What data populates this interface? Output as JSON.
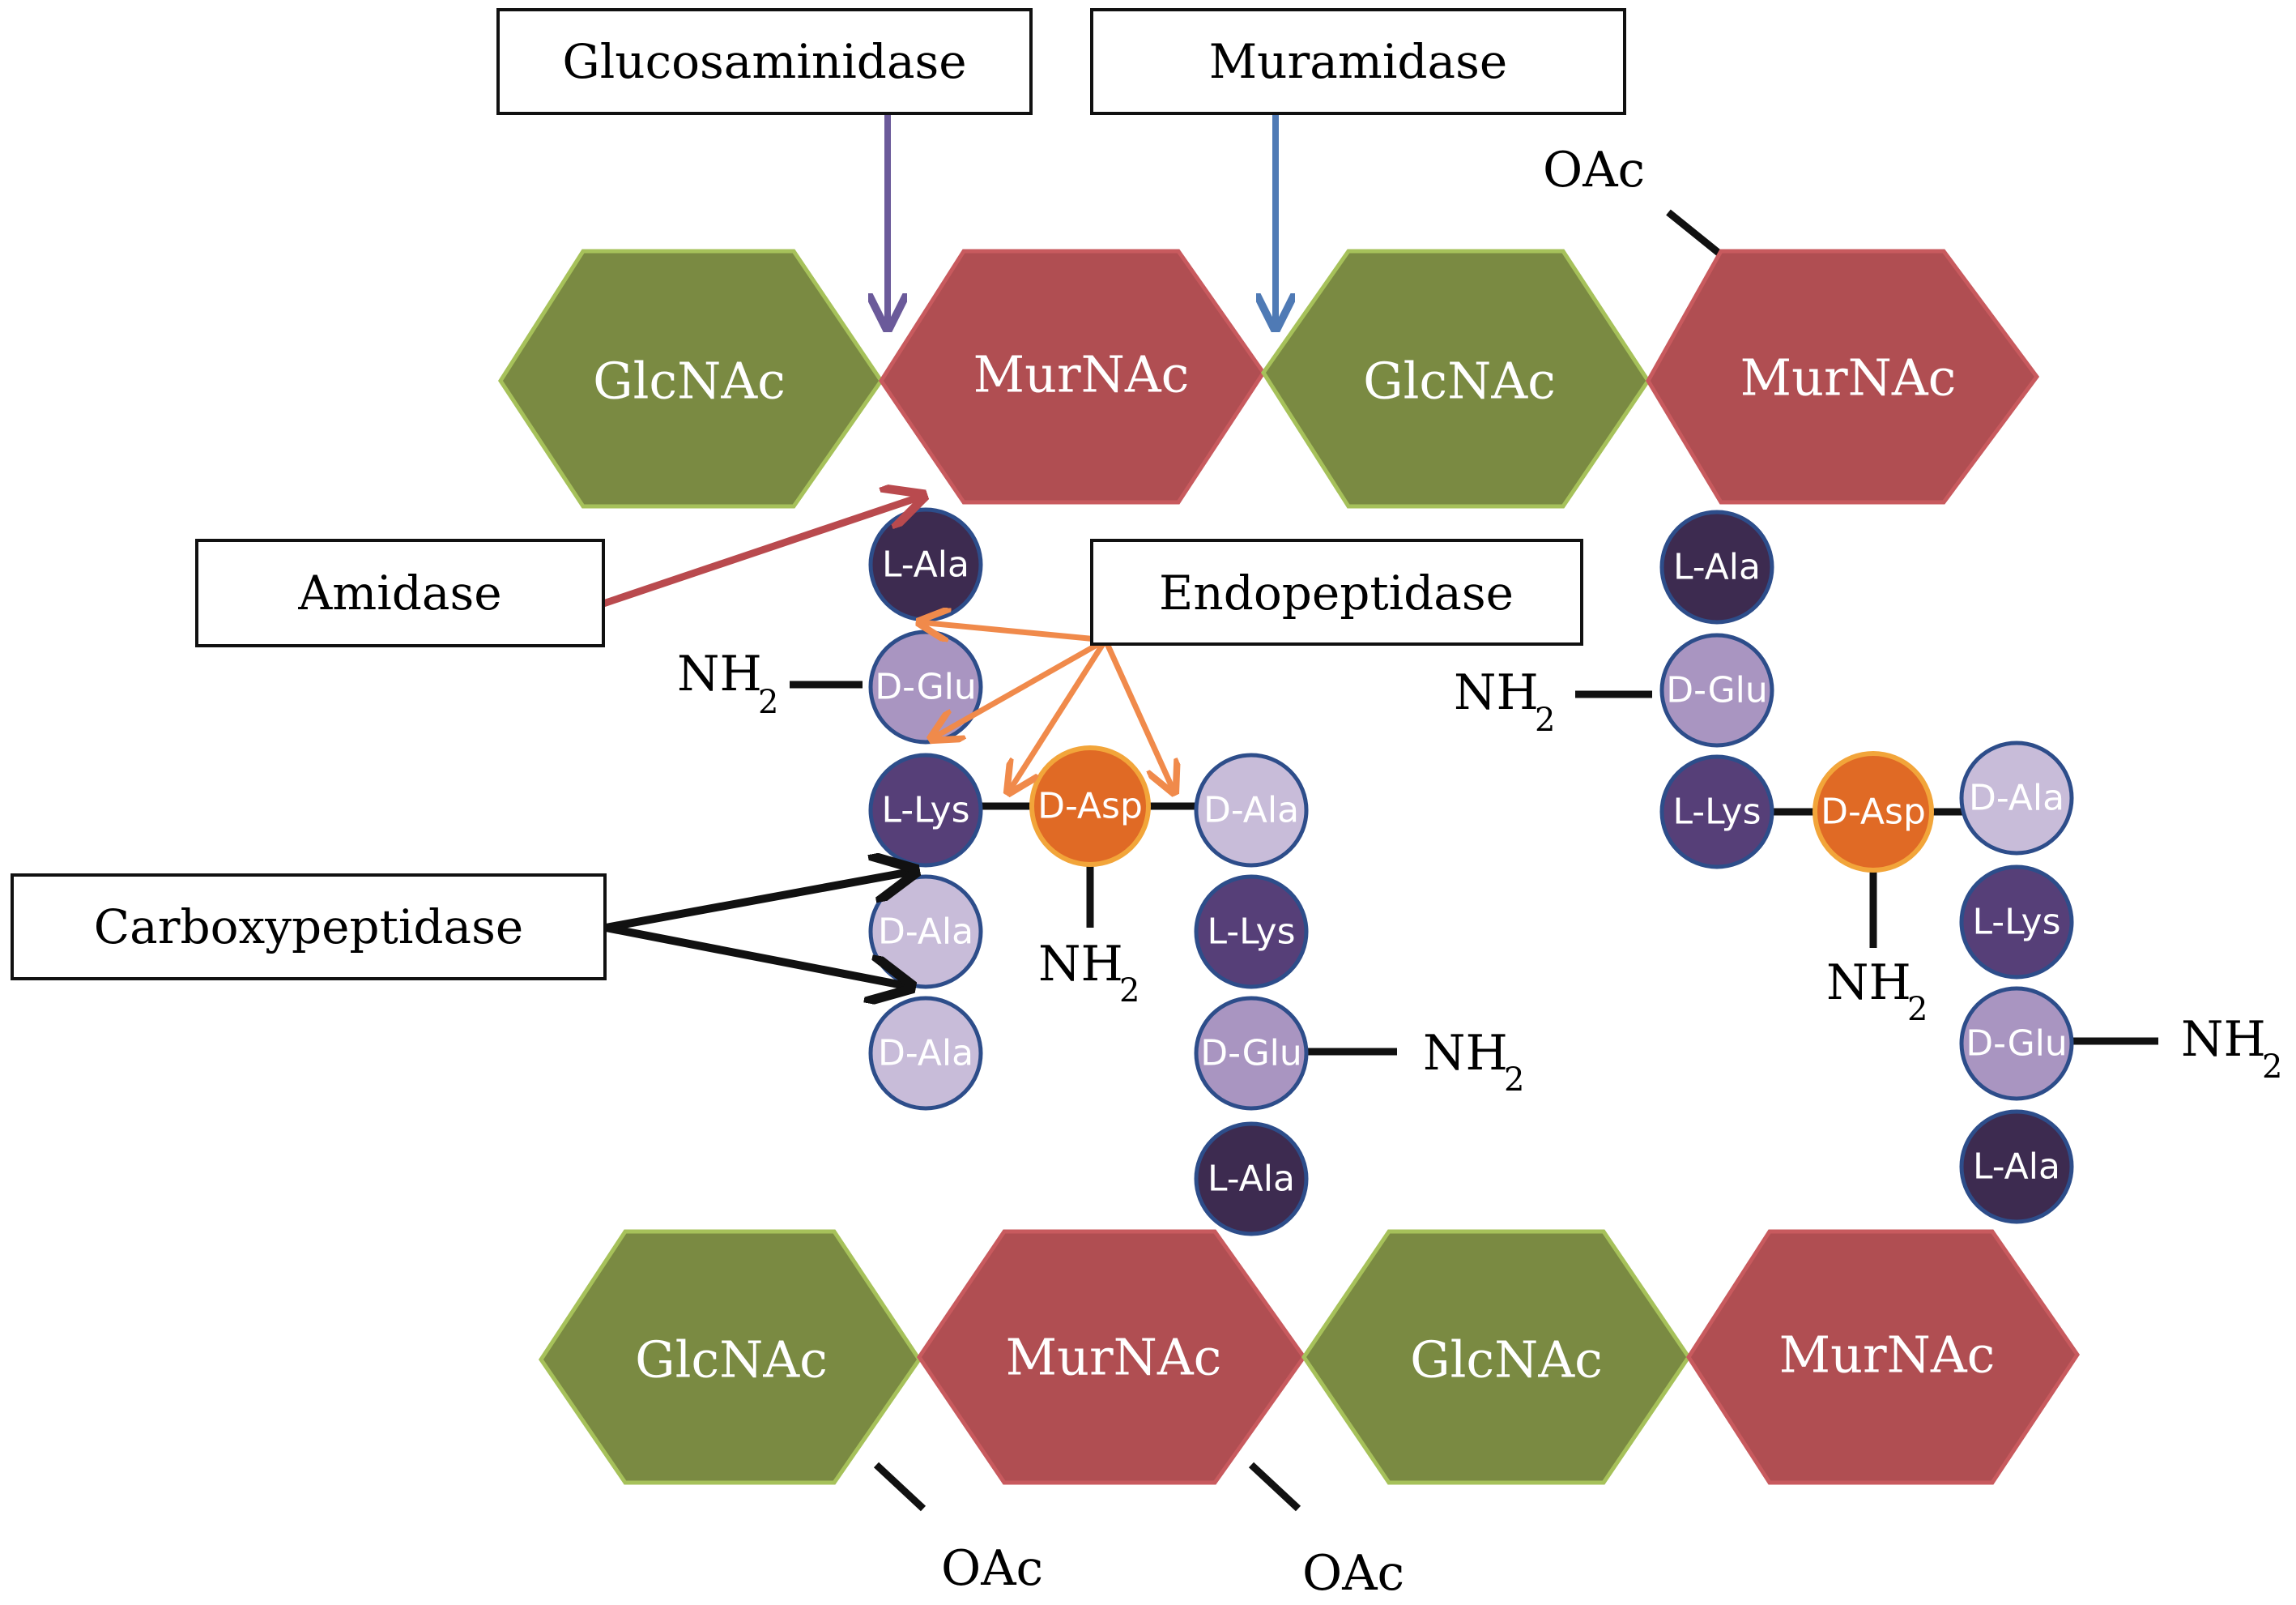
{
  "enzymes": {
    "glucosaminidase": "Glucosaminidase",
    "muramidase": "Muramidase",
    "amidase": "Amidase",
    "endopeptidase": "Endopeptidase",
    "carboxypeptidase": "Carboxypeptidase"
  },
  "sugars": {
    "glcnac": "GlcNAc",
    "murnac": "MurNAc"
  },
  "residues": {
    "l_ala": "L-Ala",
    "d_glu": "D-Glu",
    "l_lys": "L-Lys",
    "d_asp": "D-Asp",
    "d_ala": "D-Ala"
  },
  "groups": {
    "oac": "OAc",
    "nh": "NH",
    "nh_sub": "2"
  },
  "colors": {
    "glcnac_fill": "#7a8a42",
    "glcnac_stroke": "#a6c15a",
    "murnac_fill": "#b04e52",
    "murnac_stroke": "#c85a5e",
    "l_ala": "#3d2b50",
    "d_glu": "#a995c1",
    "l_lys": "#563f78",
    "d_ala": "#c8bcd9",
    "d_asp": "#e06a25",
    "d_asp_stroke": "#f2a53a",
    "residue_stroke": "#2d4d8a",
    "arrow_glucosaminidase": "#6b5a9a",
    "arrow_muramidase": "#4f7ab5",
    "arrow_amidase": "#b94a4e",
    "arrow_endopeptidase": "#f08a4b",
    "arrow_carboxypeptidase": "#111111"
  }
}
